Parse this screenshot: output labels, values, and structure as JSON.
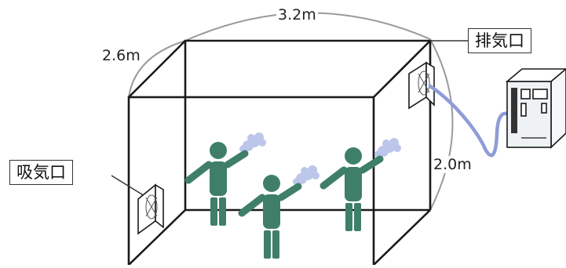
{
  "dimensions": {
    "width": "3.2m",
    "depth": "2.6m",
    "height": "2.0m"
  },
  "labels": {
    "exhaust": "排気口",
    "intake": "吸気口"
  },
  "colors": {
    "person": "#3f7f6a",
    "mist": "#bcc6ea",
    "arc": "#9a9a9a",
    "tube": "#8f9cd8",
    "device_fill": "#eef2f4",
    "outline": "#1a1a1a"
  },
  "icons": {
    "vents": [
      "intake-fan-icon",
      "exhaust-fan-icon"
    ],
    "device": "measurement-device-icon",
    "people": [
      "person-icon",
      "person-icon",
      "person-icon"
    ],
    "mist": [
      "spray-mist-icon",
      "spray-mist-icon",
      "spray-mist-icon"
    ]
  }
}
